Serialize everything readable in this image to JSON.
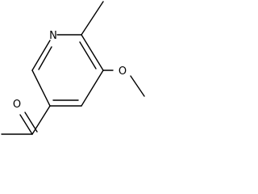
{
  "molecule": {
    "atoms": {
      "ring_nitrogen": "N",
      "methoxy_oxygen": "O",
      "carbonyl_oxygen": "O"
    }
  },
  "colors": {
    "bond": "#000000",
    "label": "#000000",
    "background": "#ffffff"
  }
}
